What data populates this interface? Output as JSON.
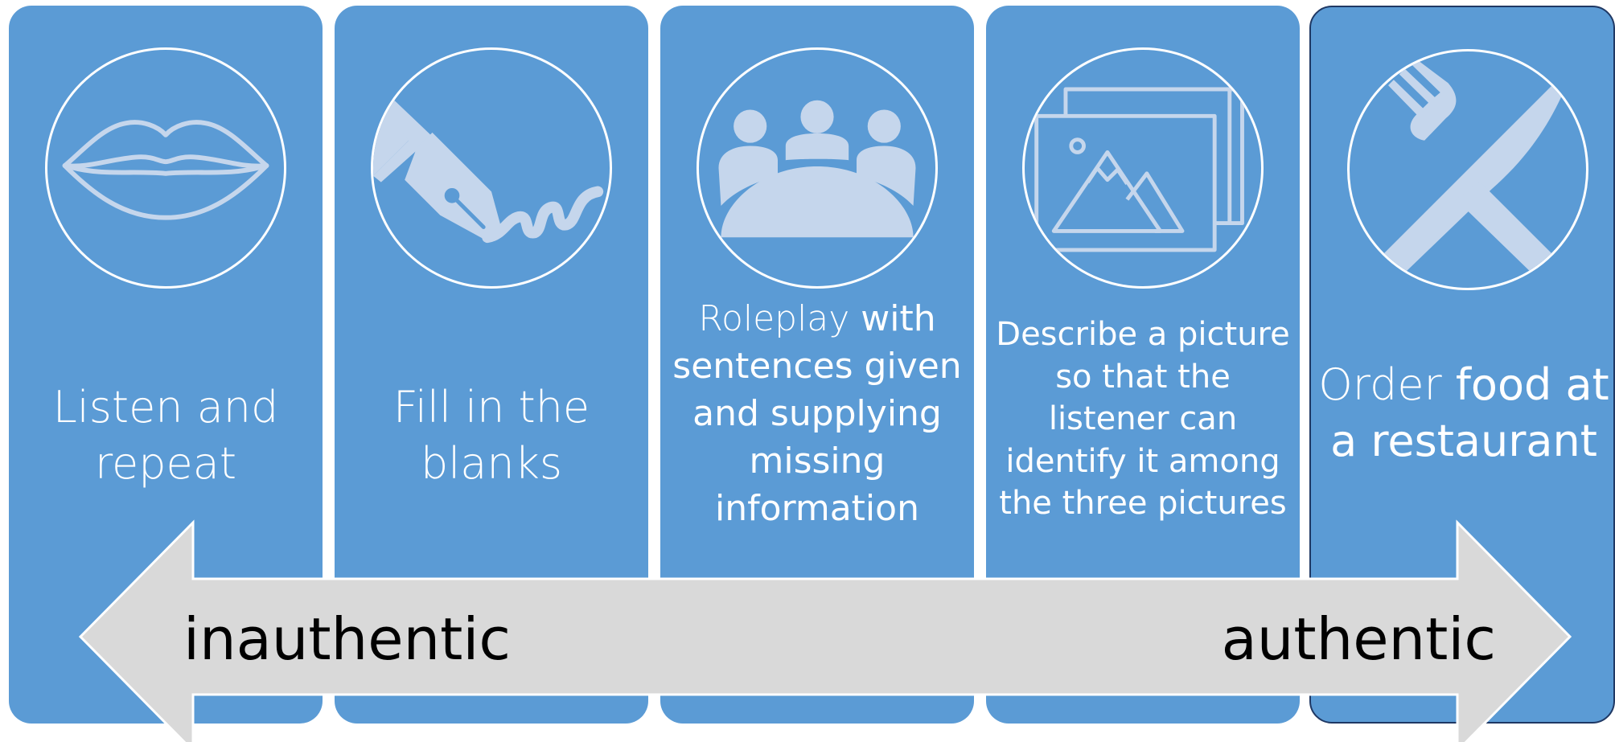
{
  "colors": {
    "card_fill": "#5b9bd5",
    "icon_fill": "#c5d6ec",
    "arrow_fill": "#d9d9d9",
    "selected_border": "#1f3864"
  },
  "cards": [
    {
      "icon": "lips-icon",
      "caption_light": "Listen and repeat",
      "caption_bold": ""
    },
    {
      "icon": "fountain-pen-icon",
      "caption_light": "Fill in the blanks",
      "caption_bold": ""
    },
    {
      "icon": "meeting-icon",
      "caption_light": "Roleplay",
      "caption_bold": " with sentences given and supplying missing information"
    },
    {
      "icon": "pictures-icon",
      "caption_light": "",
      "caption_bold": "Describe a picture so that the listener can identify it among the three pictures"
    },
    {
      "icon": "fork-knife-icon",
      "caption_light": "Order",
      "caption_bold": " food at a restaurant"
    }
  ],
  "arrow": {
    "left_label": "inauthentic",
    "right_label": "authentic"
  }
}
